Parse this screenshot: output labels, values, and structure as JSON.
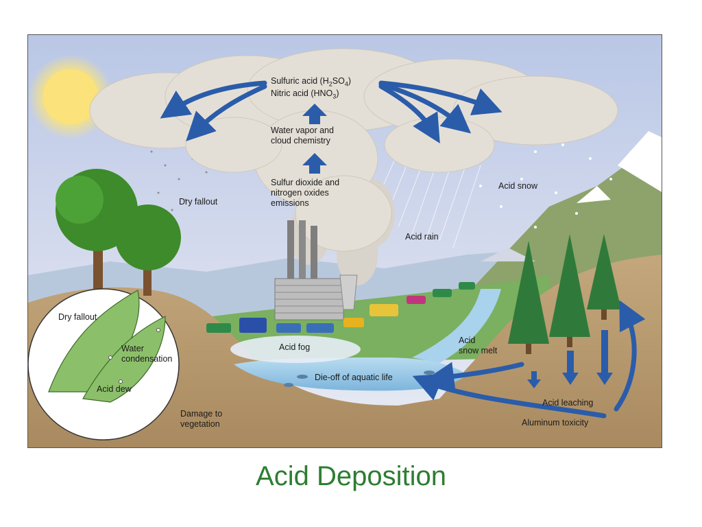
{
  "slide": {
    "title": "Acid Deposition"
  },
  "diagram": {
    "labels": {
      "sulfuric_prefix": "Sulfuric acid (H",
      "sulfuric_sub1": "2",
      "sulfuric_mid": "SO",
      "sulfuric_sub2": "4",
      "sulfuric_suffix": ")",
      "nitric_prefix": "Nitric acid (HNO",
      "nitric_sub": "3",
      "nitric_suffix": ")",
      "water_vapor_line1": "Water vapor and",
      "water_vapor_line2": "cloud chemistry",
      "emissions_line1": "Sulfur dioxide and",
      "emissions_line2": "nitrogen oxides",
      "emissions_line3": "emissions",
      "dry_fallout": "Dry fallout",
      "acid_snow": "Acid snow",
      "acid_rain": "Acid rain",
      "acid_fog": "Acid fog",
      "acid_snow_melt_line1": "Acid",
      "acid_snow_melt_line2": "snow melt",
      "die_off": "Die-off of aquatic life",
      "acid_leaching": "Acid leaching",
      "aluminum_toxicity": "Aluminum toxicity",
      "damage_line1": "Damage to",
      "damage_line2": "vegetation"
    },
    "inset": {
      "dry_fallout": "Dry fallout",
      "water_line1": "Water",
      "water_line2": "condensation",
      "acid_dew": "Acid dew"
    },
    "colors": {
      "sky": "#c9d4ea",
      "cloud": "#e6e1d8",
      "arrow": "#2a5caa",
      "ground": "#b89a70",
      "grass": "#6fa855",
      "water": "#8fc3e3",
      "title": "#2e7d32"
    }
  }
}
